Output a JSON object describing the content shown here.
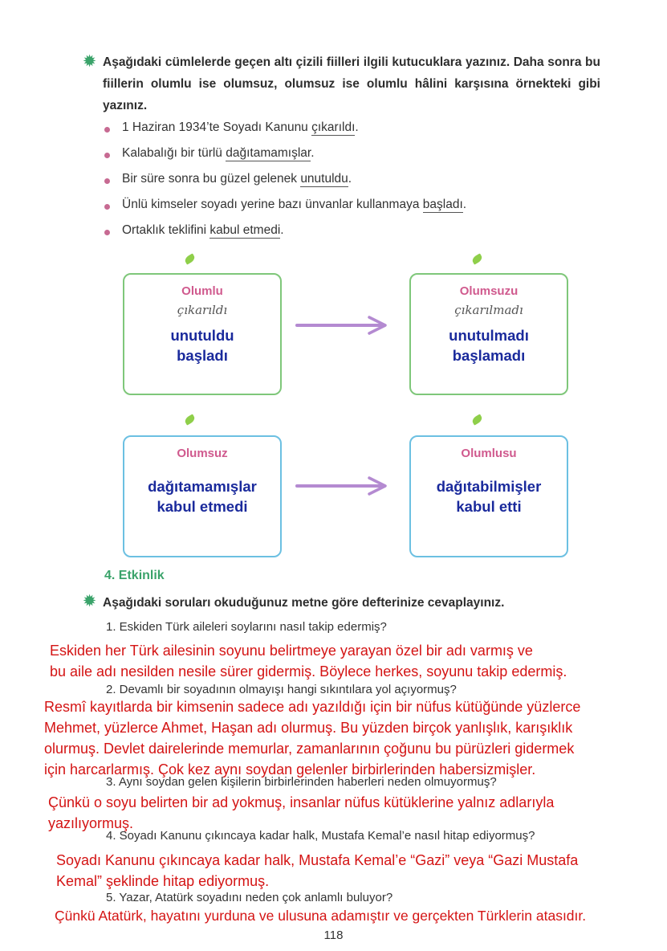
{
  "instruction1": "Aşağıdaki cümlelerde geçen altı çizili fiilleri ilgili kutucuklara yazınız. Daha sonra bu fiillerin olumlu ise olumsuz, olumsuz ise olumlu hâlini karşısına örnekteki gibi yazınız.",
  "sentences": [
    {
      "pre": "1 Haziran 1934’te Soyadı Kanunu ",
      "verb": "çıkarıldı",
      "post": "."
    },
    {
      "pre": "Kalabalığı bir türlü ",
      "verb": "dağıtamamışlar",
      "post": "."
    },
    {
      "pre": "Bir süre sonra bu güzel gelenek ",
      "verb": "unutuldu",
      "post": "."
    },
    {
      "pre": "Ünlü kimseler soyadı yerine bazı ünvanlar kullanmaya ",
      "verb": "başladı",
      "post": "."
    },
    {
      "pre": "Ortaklık teklifini ",
      "verb": "kabul etmedi",
      "post": "."
    }
  ],
  "boxes": {
    "olumlu": {
      "head": "Olumlu",
      "example": "çıkarıldı",
      "answer1": "unutuldu",
      "answer2": "başladı"
    },
    "olumsuzu": {
      "head": "Olumsuzu",
      "example": "çıkarılmadı",
      "answer1": "unutulmadı",
      "answer2": "başlamadı"
    },
    "olumsuz": {
      "head": "Olumsuz",
      "answer1": "dağıtamamışlar",
      "answer2": "kabul etmedi"
    },
    "olumlusu": {
      "head": "Olumlusu",
      "answer1": "dağıtabilmişler",
      "answer2": "kabul etti"
    }
  },
  "activity_title": "4. Etkinlik",
  "instruction2": "Aşağıdaki soruları okuduğunuz metne göre defterinize cevaplayınız.",
  "questions": [
    {
      "q": "1.  Eskiden Türk aileleri soylarını nasıl takip edermiş?",
      "a": [
        "Eskiden her Türk ailesinin soyunu belirtmeye yarayan özel bir adı varmış ve",
        "bu aile adı nesilden nesile sürer gidermiş. Böylece herkes, soyunu takip edermiş."
      ]
    },
    {
      "q": "2.  Devamlı bir soyadının olmayışı hangi sıkıntılara yol açıyormuş?",
      "a": [
        "Resmî kayıtlarda bir kimsenin sadece adı yazıldığı için bir nüfus kütüğünde yüzlerce",
        "Mehmet, yüzlerce Ahmet, Haşan adı olurmuş. Bu yüzden birçok yanlışlık, karışıklık",
        "olurmuş. Devlet dairelerinde memurlar, zamanlarının çoğunu bu pürüzleri gidermek",
        "için harcarlarmış. Çok kez aynı soydan gelenler birbirlerinden habersizmişler."
      ]
    },
    {
      "q": "3.  Aynı soydan gelen kişilerin birbirlerinden haberleri neden olmuyormuş?",
      "a": [
        "Çünkü o soyu belirten bir ad yokmuş, insanlar nüfus kütüklerine yalnız adlarıyla",
        "yazılıyormuş."
      ]
    },
    {
      "q": "4.  Soyadı Kanunu çıkıncaya kadar halk, Mustafa Kemal’e nasıl hitap ediyormuş?",
      "a": [
        "Soyadı Kanunu çıkıncaya kadar halk, Mustafa Kemal’e “Gazi” veya “Gazi Mustafa",
        "Kemal” şeklinde hitap ediyormuş."
      ]
    },
    {
      "q": "5.  Yazar, Atatürk soyadını neden çok anlamlı buluyor?",
      "a": [
        "Çünkü Atatürk, hayatını yurduna ve ulusuna adamıştır ve gerçekten Türklerin atasıdır."
      ]
    }
  ],
  "page_number": "118",
  "colors": {
    "answer_red": "#d41414",
    "answer_blue": "#1a2a9c",
    "accent_green": "#3aa36a",
    "heading_pink": "#d05a8e"
  }
}
